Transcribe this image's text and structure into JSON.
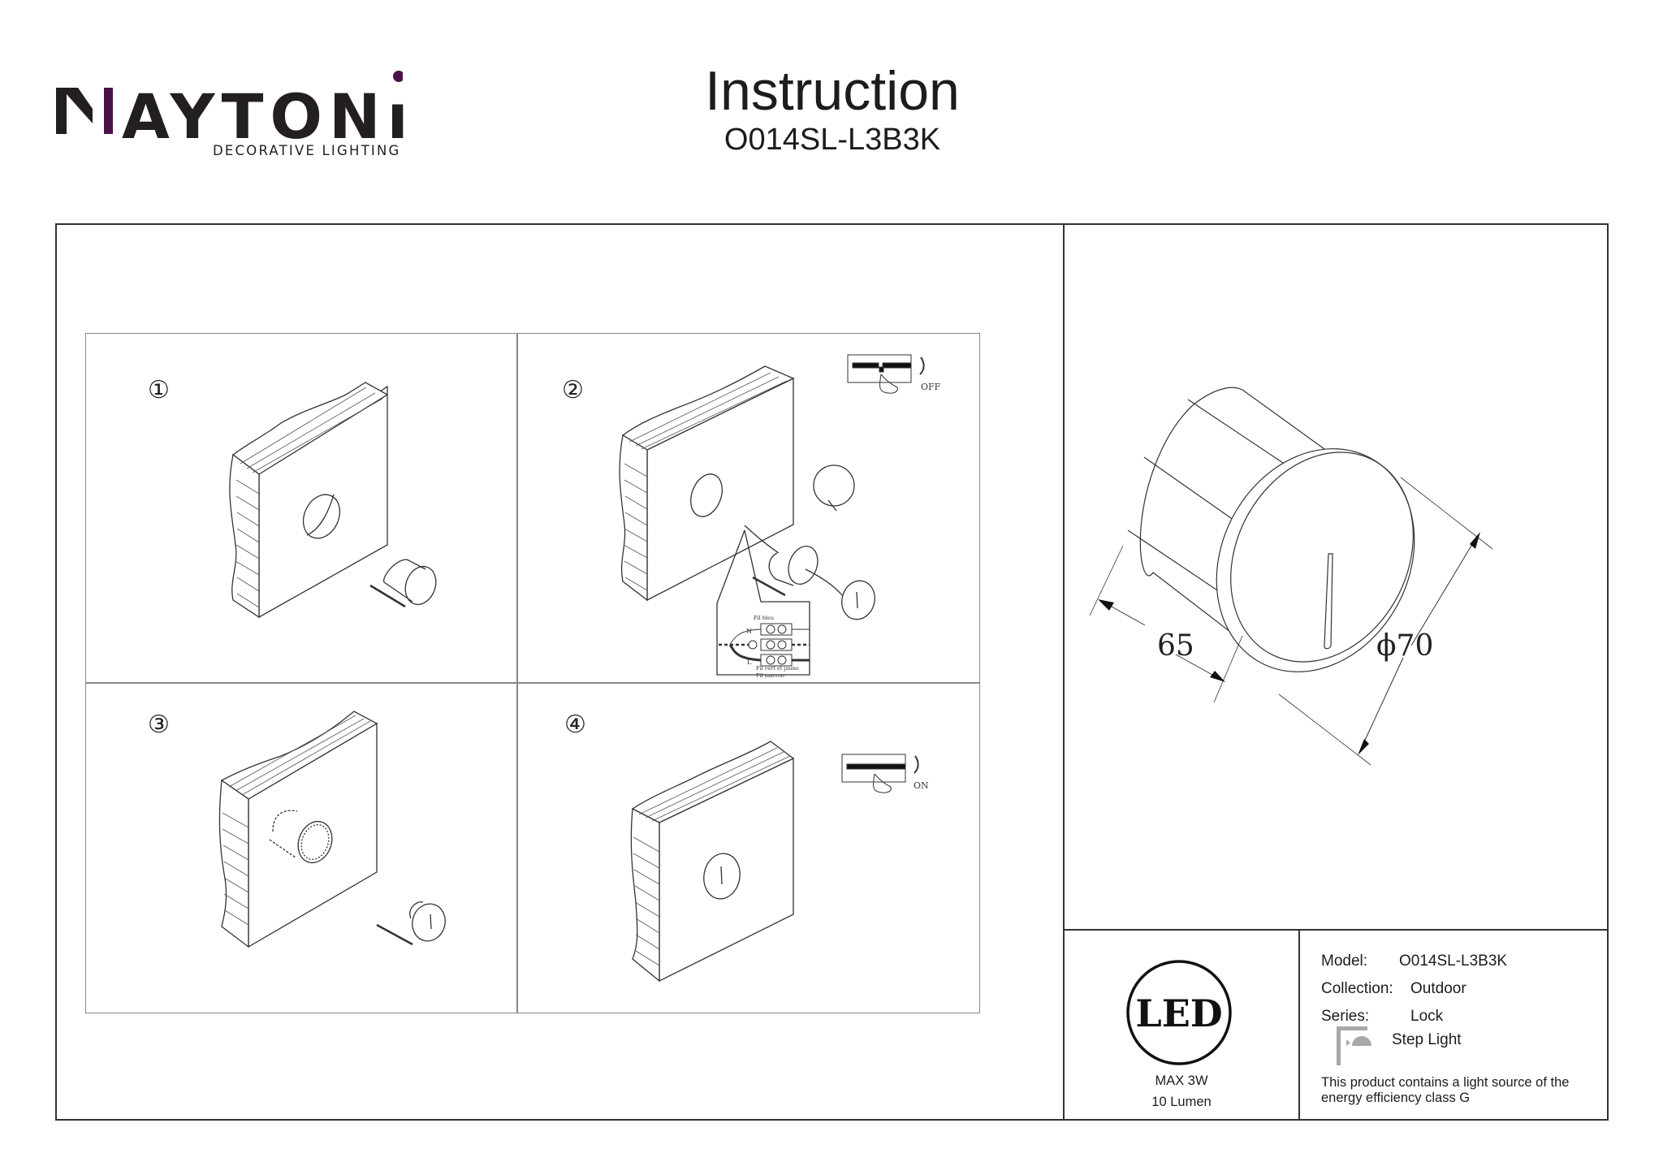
{
  "logo": {
    "brand": "MAYTONI",
    "tagline": "DECORATIVE LIGHTING",
    "accent_color": "#4b1248"
  },
  "header": {
    "title": "Instruction",
    "model_code": "O014SL-L3B3K"
  },
  "steps": [
    {
      "number": "①"
    },
    {
      "number": "②",
      "breaker_state": "OFF",
      "wiring": {
        "blue": "Fil bleu",
        "earth": "Fil vert et jaune",
        "brown": "Fil marron",
        "terminals": [
          "N",
          "⏚",
          "L"
        ]
      }
    },
    {
      "number": "③"
    },
    {
      "number": "④",
      "breaker_state": "ON"
    }
  ],
  "dimensions": {
    "depth": "65",
    "diameter": "ϕ70"
  },
  "led_badge": {
    "icon": "led-icon",
    "label": "LED",
    "max_power": "MAX 3W",
    "lumen": "10 Lumen"
  },
  "specs": {
    "model_label": "Model:",
    "model_value": "O014SL-L3B3K",
    "collection_label": "Collection:",
    "collection_value": "Outdoor",
    "series_label": "Series:",
    "series_value": "Lock",
    "type_icon": "step-light-icon",
    "type_value": "Step Light",
    "energy_note": "This product contains a light source of the energy efficiency class G"
  }
}
